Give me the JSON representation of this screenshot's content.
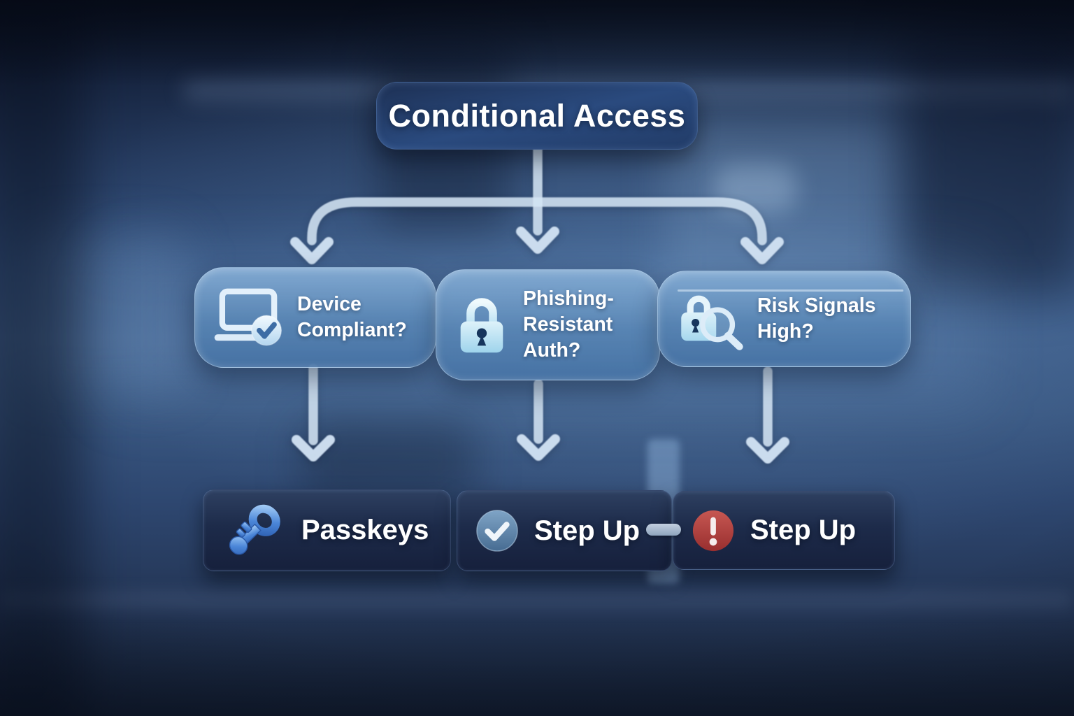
{
  "root_node": {
    "label": "Conditional Access"
  },
  "decision_nodes": [
    {
      "icon": "laptop-check-icon",
      "lines": [
        "Device",
        "Compliant?"
      ]
    },
    {
      "icon": "lock-icon",
      "lines": [
        "Phishing-",
        "Resistant",
        "Auth?"
      ]
    },
    {
      "icon": "lock-search-icon",
      "lines": [
        "Risk Signals",
        "High?"
      ]
    }
  ],
  "outcome_nodes": [
    {
      "icon": "key-icon",
      "label": "Passkeys"
    },
    {
      "icon": "check-circle-icon",
      "label": "Step Up"
    },
    {
      "icon": "alert-circle-icon",
      "label": "Step Up"
    }
  ],
  "colors": {
    "root_node_navy": "#24406e",
    "decision_steel_blue": "#5c8abc",
    "outcome_dark_navy": "#1b2845",
    "arrow_light_blue": "#d3e4f4",
    "key_blue": "#4b86d8",
    "check_badge_blue": "#5d87ae",
    "alert_badge_red": "#b04040"
  }
}
